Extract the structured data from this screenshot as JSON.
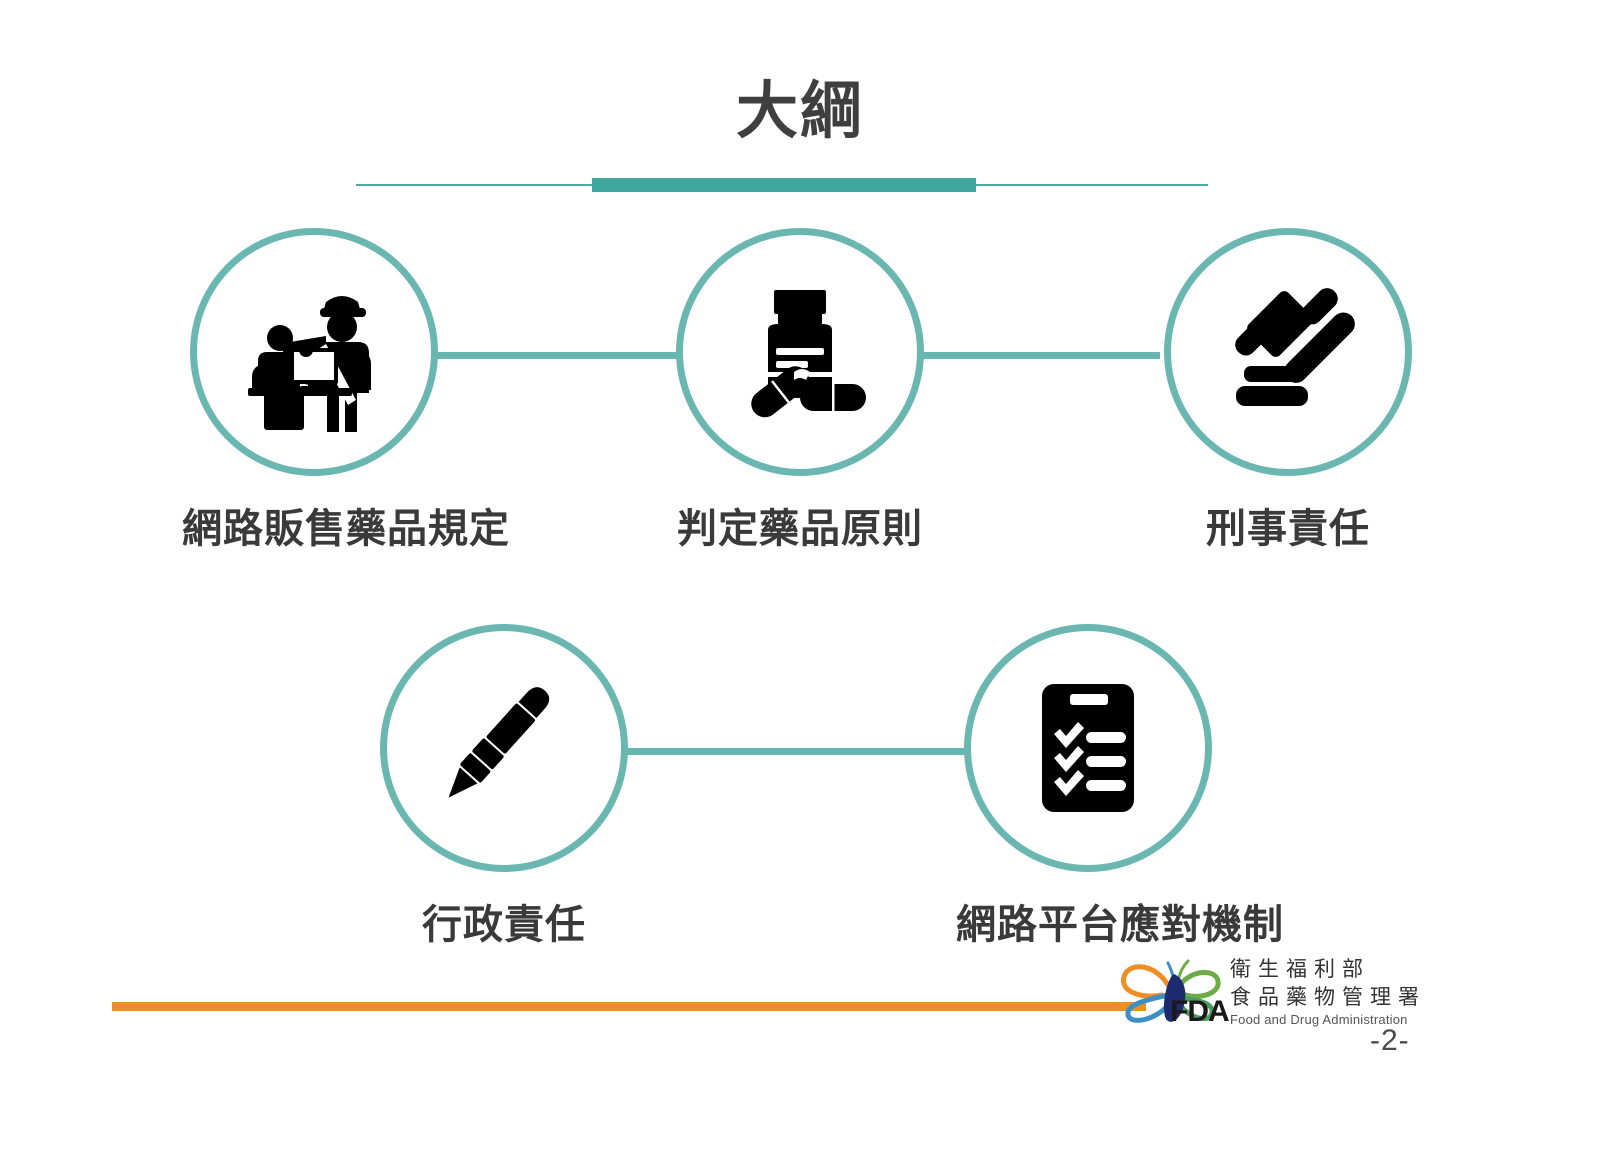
{
  "slide": {
    "title": "大綱",
    "page_number": "-2-",
    "accent_teal": "#6ab7b2",
    "divider_teal": "#3fa79f",
    "accent_orange": "#ef8e22",
    "title_color": "#3f3f3f",
    "icon_color": "#000000"
  },
  "nodes": [
    {
      "id": "node-1",
      "label": "網路販售藥品規定",
      "icon": "inspector-at-computer-icon"
    },
    {
      "id": "node-2",
      "label": "判定藥品原則",
      "icon": "medicine-bottle-pills-icon"
    },
    {
      "id": "node-3",
      "label": "刑事責任",
      "icon": "gavel-icon"
    },
    {
      "id": "node-4",
      "label": "行政責任",
      "icon": "fountain-pen-icon"
    },
    {
      "id": "node-5",
      "label": "網路平台應對機制",
      "icon": "checklist-clipboard-icon"
    }
  ],
  "footer": {
    "logo_mark": "fda-butterfly-taiwan-logo",
    "logo_abbr": "FDA",
    "org_line1": "衛生福利部",
    "org_line2": "食品藥物管理署",
    "org_english": "Food and Drug Administration"
  }
}
